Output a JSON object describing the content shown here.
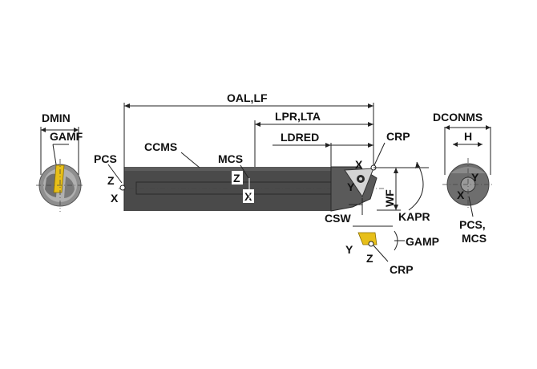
{
  "labels": {
    "dmin": "DMIN",
    "gamf": "GAMF",
    "pcs": "PCS",
    "ccms": "CCMS",
    "oal_lf": "OAL,LF",
    "lpr_lta": "LPR,LTA",
    "ldred": "LDRED",
    "mcs": "MCS",
    "crp_top": "CRP",
    "crp_bottom": "CRP",
    "wf": "WF",
    "kapr": "KAPR",
    "csw": "CSW",
    "gamp": "GAMP",
    "dconms": "DCONMS",
    "h": "H",
    "pcs_mcs_line1": "PCS,",
    "pcs_mcs_line2": "MCS"
  },
  "axes": {
    "x": "X",
    "y": "Y",
    "z": "Z"
  },
  "colors": {
    "body": "#4a4a4a",
    "body_dark": "#333333",
    "insert": "#e7bf19",
    "insert_edge": "#8a6e00",
    "line": "#222222"
  }
}
